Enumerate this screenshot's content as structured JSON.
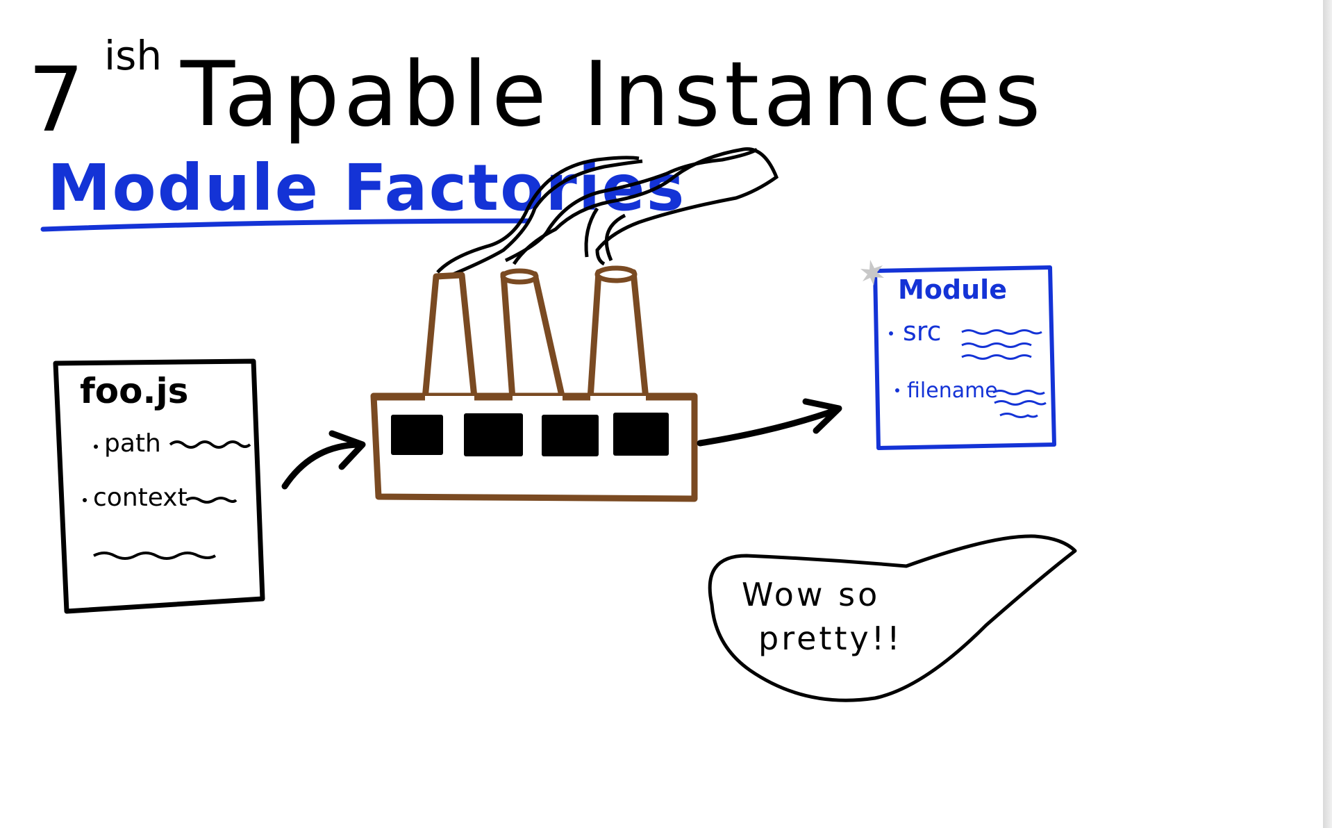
{
  "title": {
    "main_number": "7",
    "superscript": "ish",
    "text": "Tapable Instances"
  },
  "subtitle": "Module Factories",
  "input_file": {
    "name": "foo.js",
    "items": [
      "path",
      "context"
    ]
  },
  "output_module": {
    "title": "Module",
    "items": [
      "src",
      "filename"
    ]
  },
  "speech_bubble": {
    "line1": "Wow so",
    "line2": "pretty!!"
  },
  "colors": {
    "ink": "#000000",
    "blue": "#1433d6",
    "brown": "#7a4a22",
    "window": "#000000"
  }
}
